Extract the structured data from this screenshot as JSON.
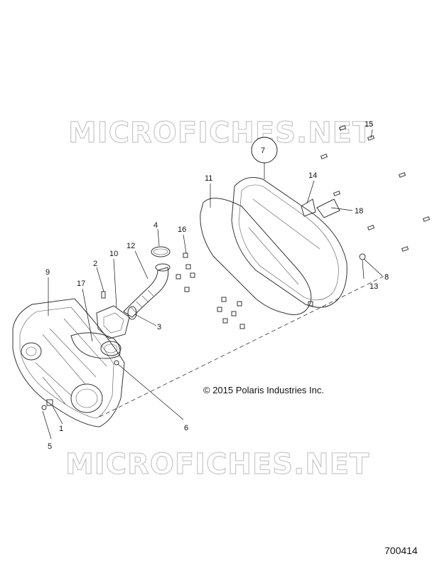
{
  "watermark": {
    "top": "MICROFICHES.NET",
    "bottom": "MICROFICHES.NET"
  },
  "copyright": "© 2015 Polaris Industries Inc.",
  "document_number": "700414",
  "callouts": {
    "c1": "1",
    "c2": "2",
    "c3": "3",
    "c4": "4",
    "c5": "5",
    "c6": "6",
    "c7": "7",
    "c8": "8",
    "c9": "9",
    "c10": "10",
    "c11": "11",
    "c12": "12",
    "c13": "13",
    "c14": "14",
    "c15": "15",
    "c16": "16",
    "c17": "17",
    "c18": "18"
  }
}
